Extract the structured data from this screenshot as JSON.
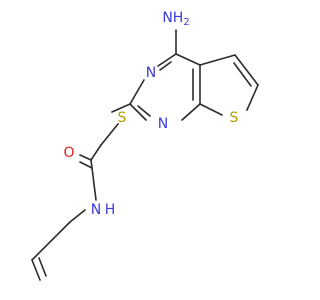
{
  "molecule": {
    "colors": {
      "bond": "#2b2b2b",
      "nitrogen": "#3b3bdc",
      "sulfur": "#b4a000",
      "oxygen": "#e0201b",
      "background": "#ffffff"
    },
    "atom_labels": {
      "amino": "NH2",
      "amino_main": "NH",
      "amino_sub": "2",
      "ring_n_top": "N",
      "ring_n_bottom": "N",
      "thioether_s": "S",
      "thiophene_s": "S",
      "carbonyl_o": "O",
      "amide_nh": "NH",
      "amide_h": "H"
    }
  }
}
